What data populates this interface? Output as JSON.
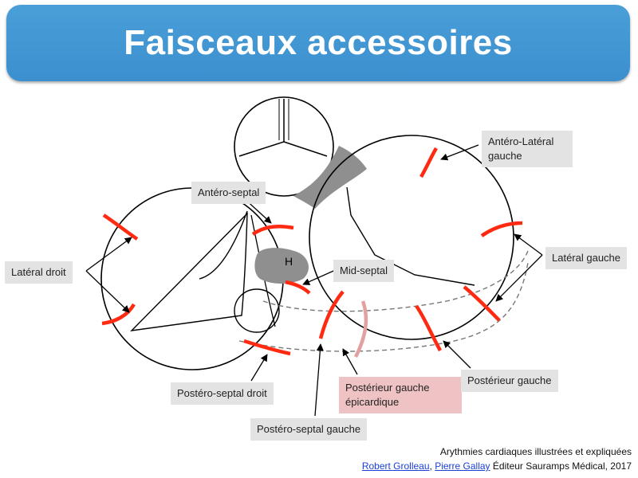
{
  "title": "Faisceaux accessoires",
  "labels": {
    "antero_lateral_gauche_1": "Antéro-Latéral",
    "antero_lateral_gauche_2": "gauche",
    "antero_septal": "Antéro-septal",
    "lateral_droit": "Latéral droit",
    "lateral_gauche": "Latéral gauche",
    "mid_septal": "Mid-septal",
    "h": "H",
    "postero_septal_droit": "Postéro-septal droit",
    "posterieur_gauche_epi_1": "Postérieur gauche",
    "posterieur_gauche_epi_2": "épicardique",
    "posterieur_gauche": "Postérieur gauche",
    "postero_septal_gauche": "Postéro-septal gauche"
  },
  "reference": {
    "line1": "Arythmies cardiaques illustrées et expliquées",
    "author1": "Robert Grolleau",
    "sep": ", ",
    "author2": "Pierre Gallay",
    "publisher": " Éditeur Sauramps Médical, 2017"
  },
  "colors": {
    "pathway_red": "#ff2a12",
    "epicardial_pink": "#e3a0a0",
    "structure_gray": "#8f8f8f",
    "title_blue": "#3b8fce"
  }
}
